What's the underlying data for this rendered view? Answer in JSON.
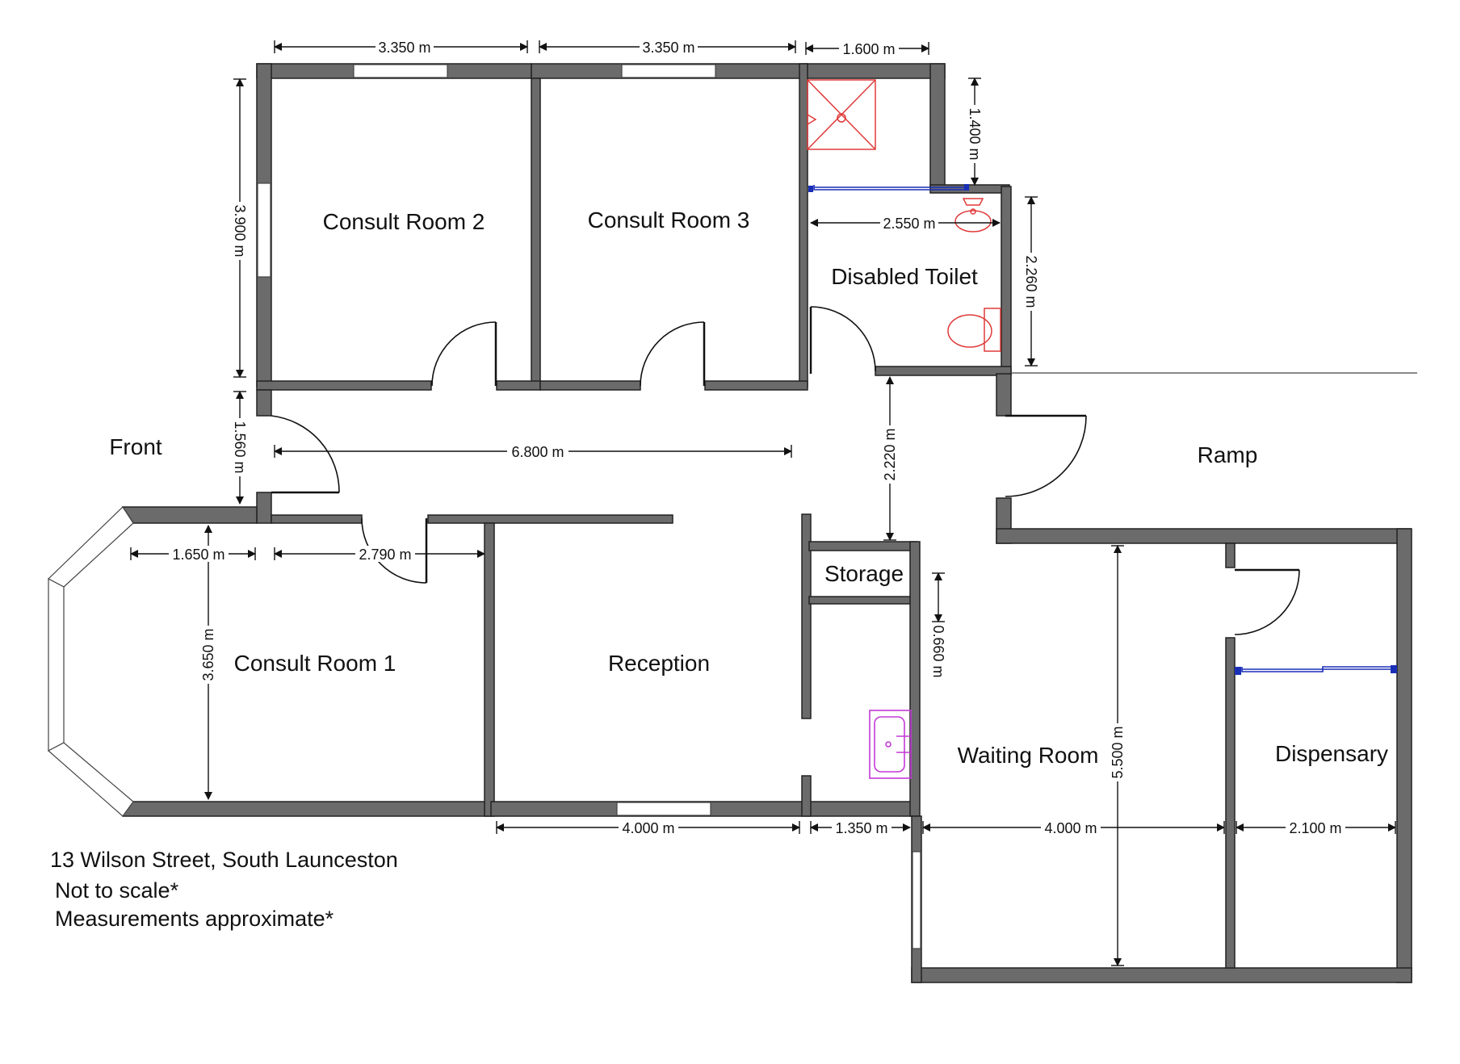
{
  "rooms": {
    "consult_room_2": "Consult Room 2",
    "consult_room_3": "Consult Room 3",
    "disabled_toilet": "Disabled Toilet",
    "front": "Front",
    "ramp": "Ramp",
    "storage": "Storage",
    "consult_room_1": "Consult Room 1",
    "reception": "Reception",
    "waiting_room": "Waiting Room",
    "dispensary": "Dispensary"
  },
  "dimensions": {
    "top_left_width": "3.350 m",
    "top_mid_width": "3.350 m",
    "top_right_width": "1.600 m",
    "toilet_shower_depth": "1.400 m",
    "consult2_height": "3.900 m",
    "toilet_width": "2.550 m",
    "toilet_height": "2.260 m",
    "hall_width": "1.560 m",
    "hall_length": "6.800 m",
    "passage_depth": "2.220 m",
    "bay_depth": "1.650 m",
    "consult1_width": "2.790 m",
    "consult1_height": "3.650 m",
    "storage_height": "0.660 m",
    "reception_width": "4.000 m",
    "storage_width": "1.350 m",
    "waiting_width": "4.000 m",
    "dispensary_width": "2.100 m",
    "waiting_height": "5.500 m"
  },
  "notes": {
    "address": "13 Wilson Street, South Launceston",
    "scale": "Not to scale*",
    "measurements": "Measurements approximate*"
  },
  "colors": {
    "wall": "#6b6b6b",
    "fixture_toilet": "#e03a3a",
    "fixture_sink": "#c23ad6",
    "rail": "#1a2fb8"
  }
}
